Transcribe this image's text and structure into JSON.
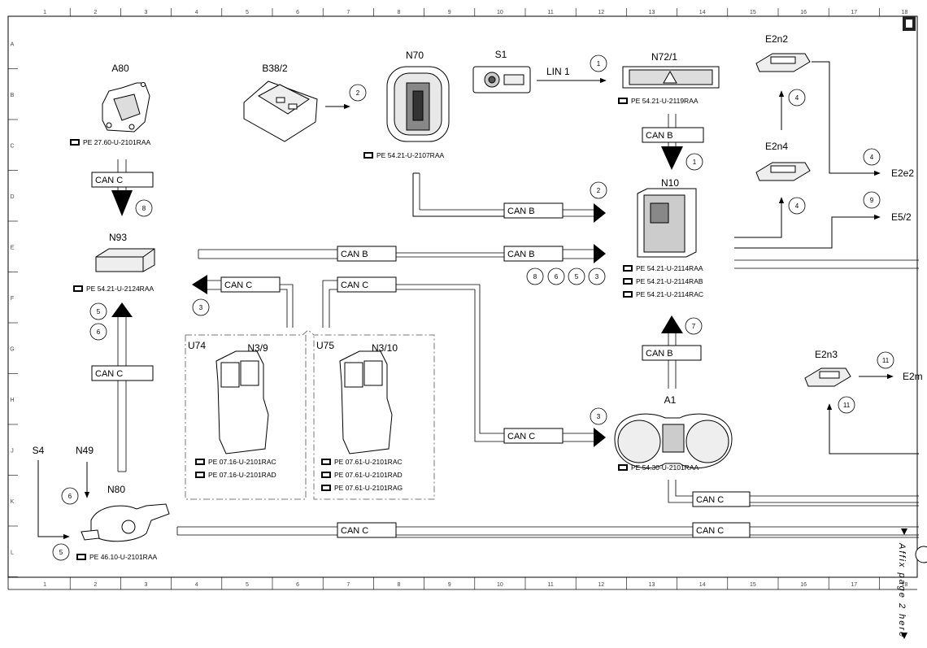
{
  "grid": {
    "cols": [
      "1",
      "2",
      "3",
      "4",
      "5",
      "6",
      "7",
      "8",
      "9",
      "10",
      "11",
      "12",
      "13",
      "14",
      "15",
      "16",
      "17",
      "18"
    ],
    "rows": [
      "A",
      "B",
      "C",
      "D",
      "E",
      "F",
      "G",
      "H",
      "J",
      "K",
      "L"
    ]
  },
  "components": {
    "A80": {
      "label": "A80",
      "refs": [
        "PE 27.60-U-2101RAA"
      ]
    },
    "B38_2": {
      "label": "B38/2"
    },
    "N70": {
      "label": "N70",
      "refs": [
        "PE 54.21-U-2107RAA"
      ]
    },
    "S1": {
      "label": "S1"
    },
    "N72_1": {
      "label": "N72/1",
      "refs": [
        "PE 54.21-U-2119RAA"
      ]
    },
    "E2n2": {
      "label": "E2n2"
    },
    "E2n4": {
      "label": "E2n4"
    },
    "N10": {
      "label": "N10",
      "refs": [
        "PE 54.21-U-2114RAA",
        "PE 54.21-U-2114RAB",
        "PE 54.21-U-2114RAC"
      ]
    },
    "N93": {
      "label": "N93",
      "refs": [
        "PE 54.21-U-2124RAA"
      ]
    },
    "U74": {
      "label": "U74"
    },
    "N3_9": {
      "label": "N3/9",
      "refs": [
        "PE 07.16-U-2101RAC",
        "PE 07.16-U-2101RAD"
      ]
    },
    "U75": {
      "label": "U75"
    },
    "N3_10": {
      "label": "N3/10",
      "refs": [
        "PE 07.61-U-2101RAC",
        "PE 07.61-U-2101RAD",
        "PE 07.61-U-2101RAG"
      ]
    },
    "A1": {
      "label": "A1",
      "refs": [
        "PE 54.30-U-2101RAA"
      ]
    },
    "E2n3": {
      "label": "E2n3"
    },
    "S4": {
      "label": "S4"
    },
    "N49": {
      "label": "N49"
    },
    "N80": {
      "label": "N80",
      "refs": [
        "PE 46.10-U-2101RAA"
      ]
    }
  },
  "signals": {
    "E2e2": "E2e2",
    "E5_2": "E5/2",
    "E2m": "E2m",
    "lin1": "LIN 1"
  },
  "buses": {
    "can_b": "CAN B",
    "can_c": "CAN C"
  },
  "circles": {
    "c1": "1",
    "c2": "2",
    "c3": "3",
    "c4": "4",
    "c5": "5",
    "c6": "6",
    "c7": "7",
    "c8": "8",
    "c9": "9",
    "c11": "11"
  },
  "affix": "Affix page 2 here"
}
